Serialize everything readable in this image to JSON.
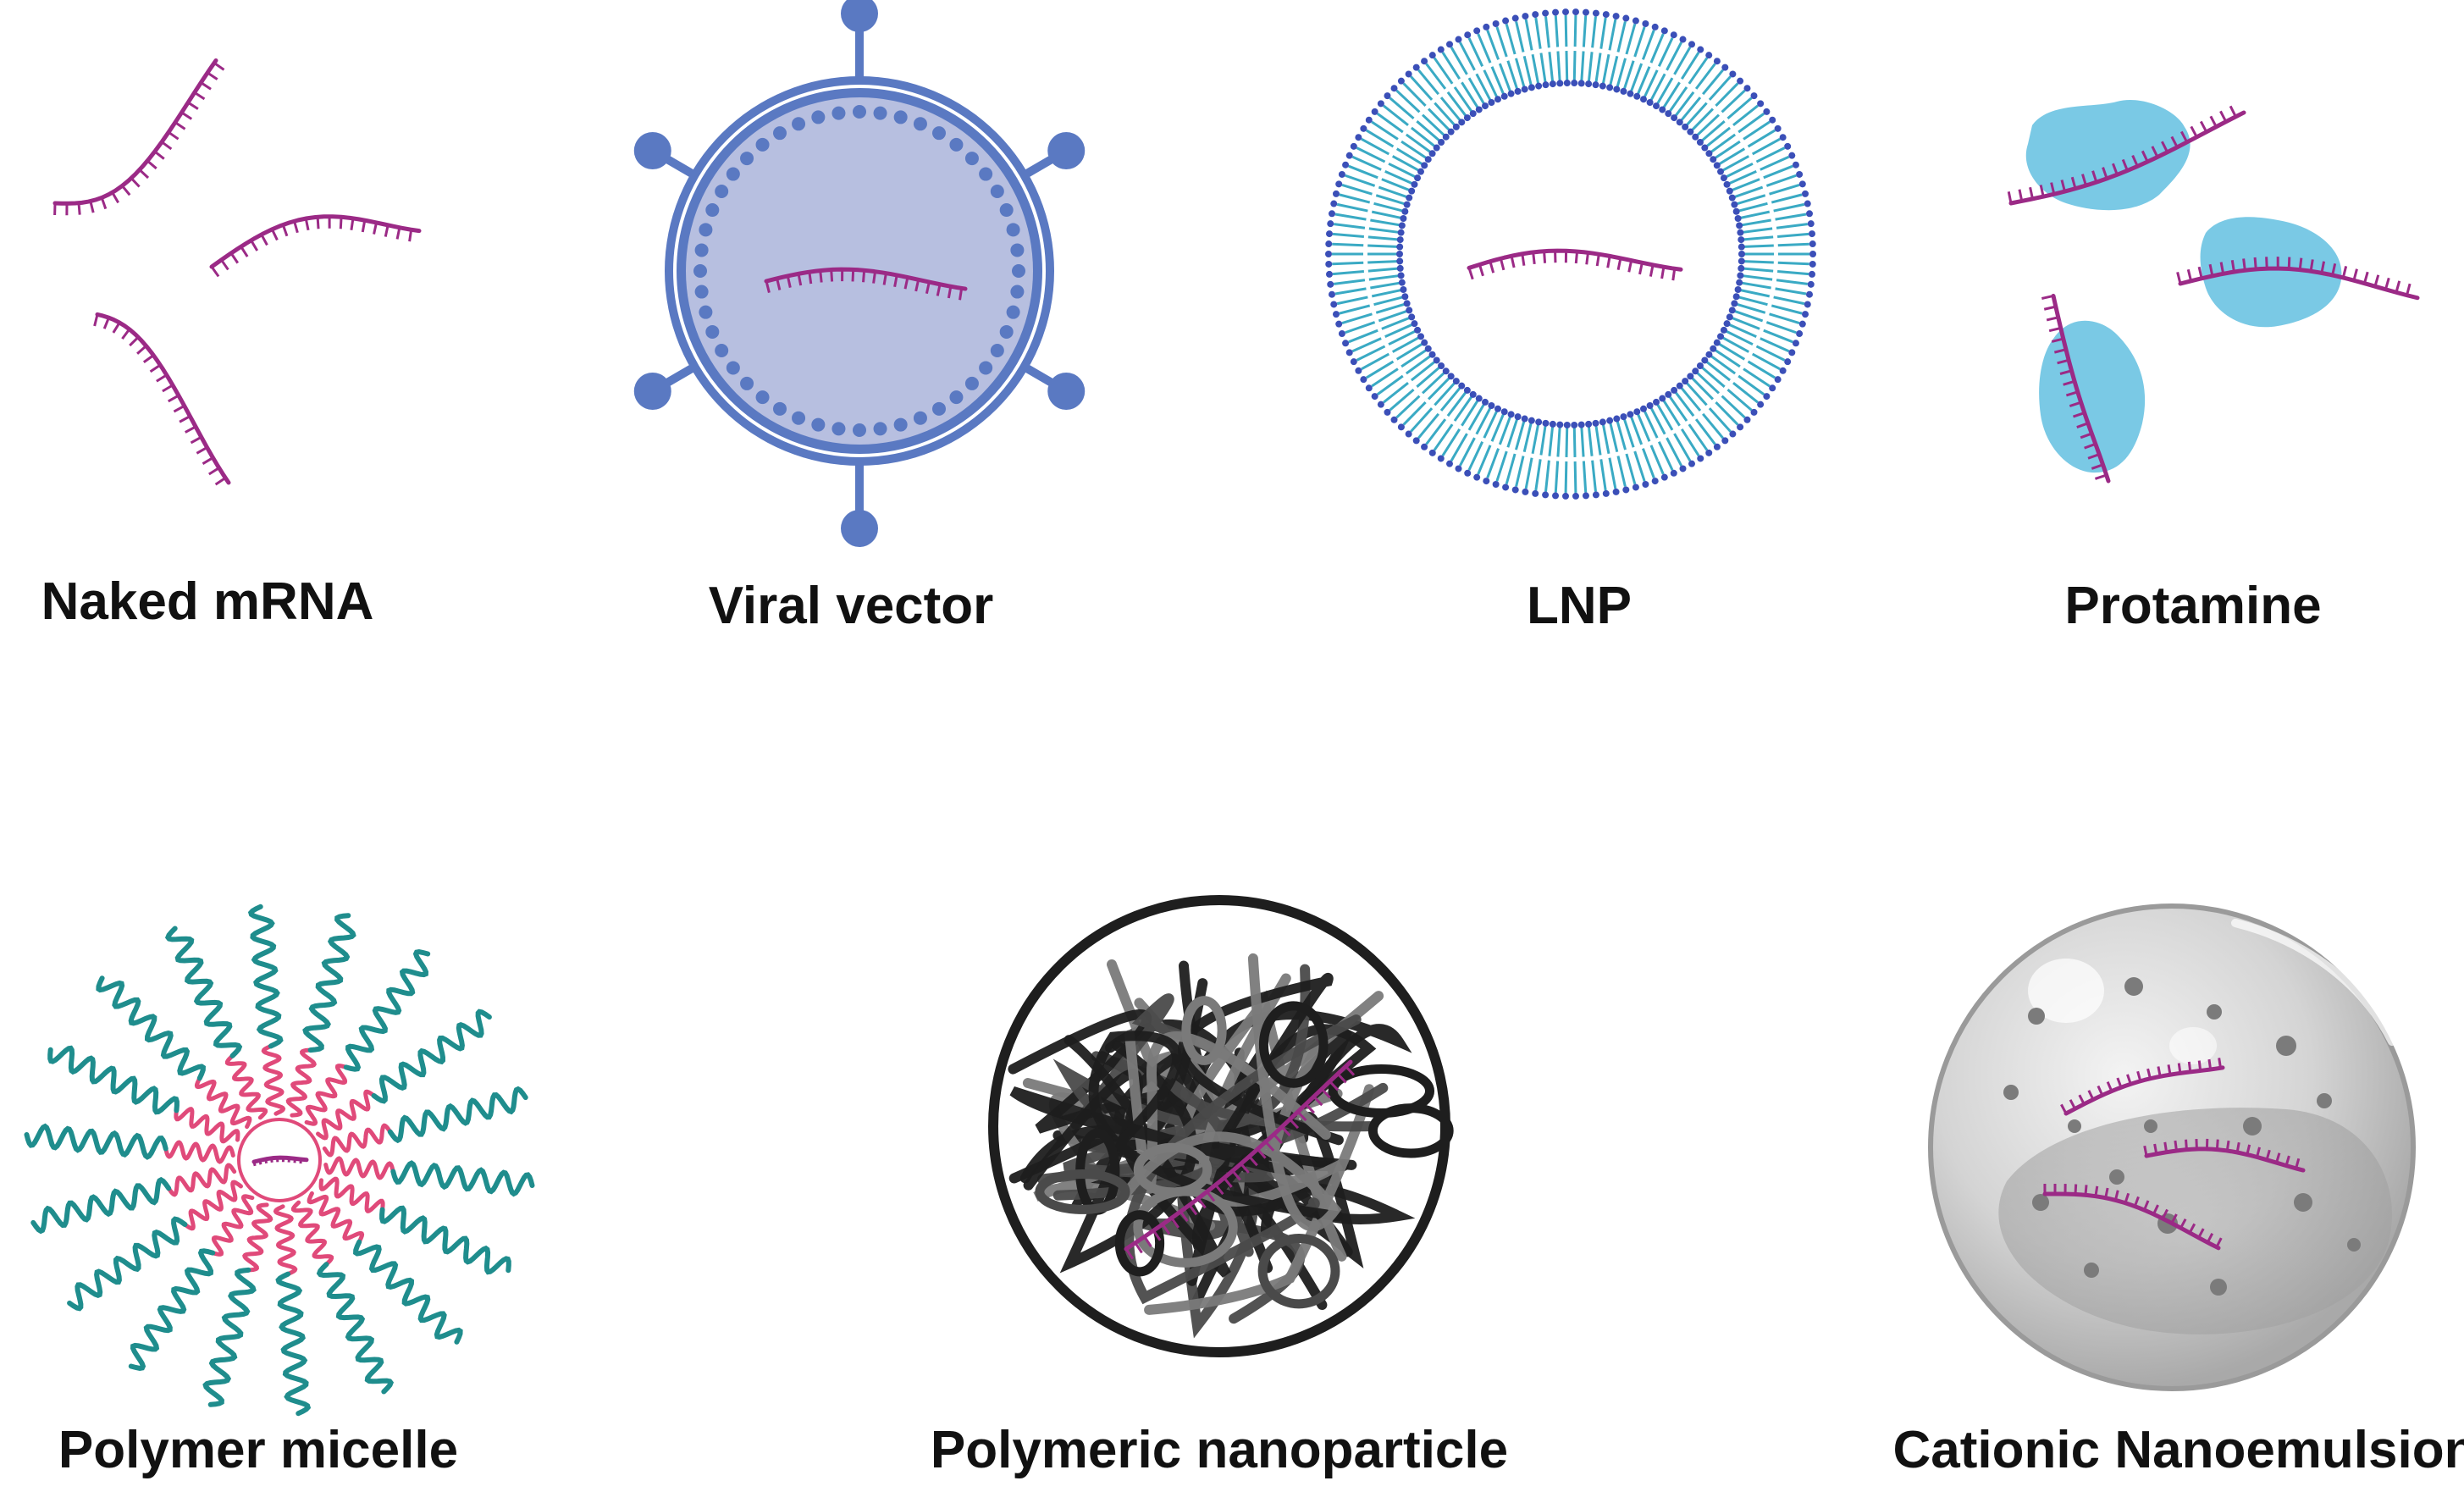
{
  "carriers": [
    {
      "id": "naked-mrna",
      "label": "Naked mRNA",
      "icon": "naked-mrna-strands-icon"
    },
    {
      "id": "viral-vector",
      "label": "Viral vector",
      "icon": "viral-vector-capsid-icon"
    },
    {
      "id": "lnp",
      "label": "LNP",
      "icon": "lipid-nanoparticle-icon"
    },
    {
      "id": "protamine",
      "label": "Protamine",
      "icon": "protamine-complex-icon"
    },
    {
      "id": "polymer-micelle",
      "label": "Polymer micelle",
      "icon": "polymer-micelle-icon"
    },
    {
      "id": "polymeric-nanoparticle",
      "label": "Polymeric nanoparticle",
      "icon": "polymeric-nanoparticle-icon"
    },
    {
      "id": "cationic-nanoemulsion",
      "label": "Cationic Nanoemulsion",
      "icon": "cationic-nanoemulsion-icon"
    }
  ],
  "colors": {
    "mrna": "#9b2a86",
    "viral_blue": "#5a79c2",
    "viral_fill": "#b7bfe0",
    "lipid_teal": "#3aaac4",
    "lipid_blue": "#3b4fb8",
    "protamine_blue": "#6cc3e2",
    "micelle_pink": "#e04a7a",
    "micelle_teal": "#1f8d8d",
    "polymer_dark": "#1e1e1e",
    "polymer_grey": "#7a7a7a",
    "emulsion_grey": "#c8c8c8"
  }
}
